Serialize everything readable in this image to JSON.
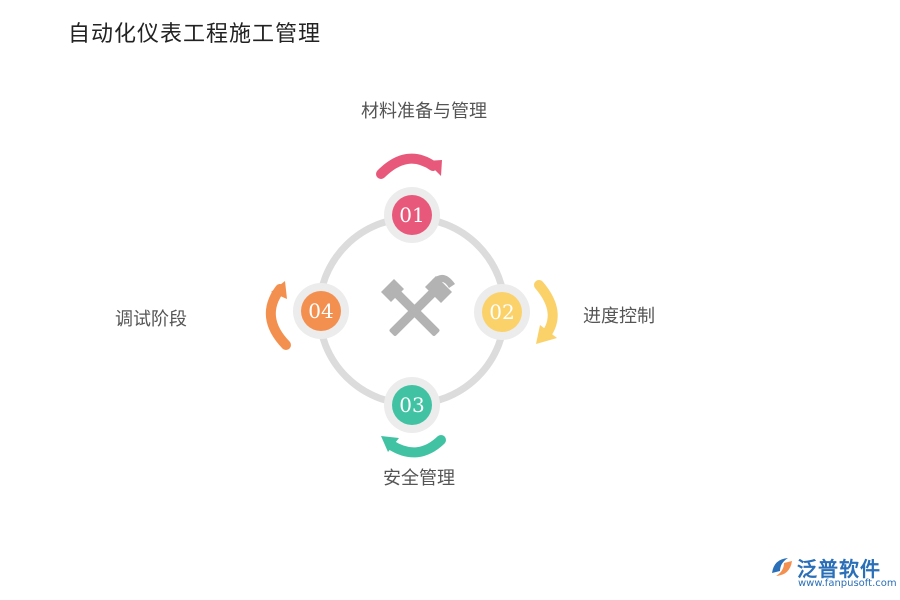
{
  "title": "自动化仪表工程施工管理",
  "steps": [
    {
      "number": "01",
      "label": "材料准备与管理",
      "color": "#e8587a"
    },
    {
      "number": "02",
      "label": "进度控制",
      "color": "#fbd16a"
    },
    {
      "number": "03",
      "label": "安全管理",
      "color": "#41c3a3"
    },
    {
      "number": "04",
      "label": "调试阶段",
      "color": "#f4904f"
    }
  ],
  "center_icon": "hammer-and-pick-icon",
  "colors": {
    "ring": "#dcdcdc",
    "node_halo": "#ececec",
    "icon": "#b3b3b3",
    "brand": "#2a6fb7"
  },
  "brand": {
    "name": "泛普软件",
    "url": "www.fanpusoft.com",
    "icon": "fanpu-logo-icon"
  }
}
